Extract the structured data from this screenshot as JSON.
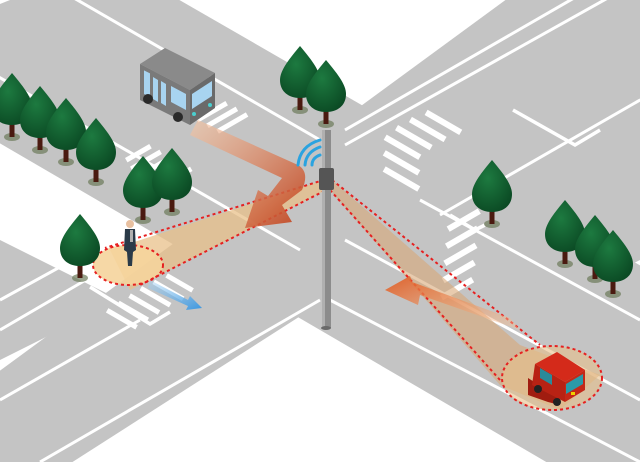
{
  "scene": {
    "type": "intersection-sensor-illustration",
    "colors": {
      "background": "#ffffff",
      "road": "#c4c4c4",
      "road_marking": "#ffffff",
      "tree_crown": "#0f5c2e",
      "tree_trunk": "#4a1a10",
      "sensor_pole": "#8a8a8a",
      "sensor_box": "#555555",
      "wifi_signal": "#2aa3e0",
      "detection_zone": "#e8c08a",
      "detection_border": "#e62020",
      "bus_arrow": "#c8501e",
      "car_arrow": "#e8642a",
      "pedestrian_arrow": "#4aa0e0",
      "bus_body": "#7a7a7a",
      "bus_window": "#a8d4f0",
      "car_body": "#d42a1a",
      "car_window": "#2a8a9a"
    },
    "objects": [
      "bus",
      "car",
      "pedestrian",
      "sensor-pole",
      "wireless-signal"
    ]
  }
}
